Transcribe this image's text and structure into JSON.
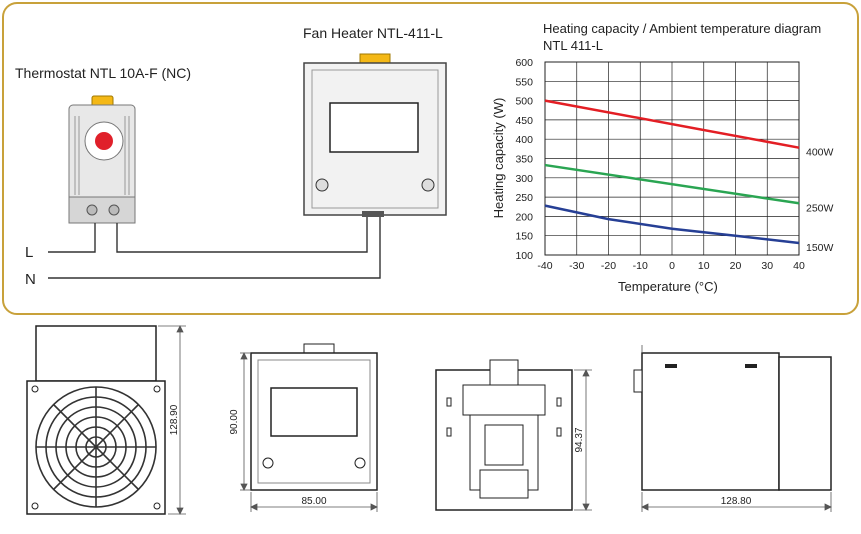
{
  "wiring": {
    "thermostat_label": "Thermostat NTL 10A-F (NC)",
    "heater_label": "Fan Heater NTL-411-L",
    "line_l": "L",
    "line_n": "N"
  },
  "chart_data": {
    "type": "line",
    "title": "Heating capacity / Ambient temperature diagram",
    "subtitle": "NTL 411-L",
    "xlabel": "Temperature (°C)",
    "ylabel": "Heating capacity (W)",
    "x": [
      -40,
      40
    ],
    "xlim": [
      -40,
      40
    ],
    "ylim": [
      100,
      600
    ],
    "xticks": [
      "-40",
      "-30",
      "-20",
      "-10",
      "0",
      "10",
      "20",
      "30",
      "40"
    ],
    "yticks": [
      "100",
      "150",
      "200",
      "250",
      "300",
      "350",
      "400",
      "450",
      "500",
      "550",
      "600"
    ],
    "grid": true,
    "series": [
      {
        "name": "400W",
        "color": "#e31e24",
        "x": [
          -40,
          40
        ],
        "y": [
          500,
          378
        ]
      },
      {
        "name": "250W",
        "color": "#2aa552",
        "x": [
          -40,
          40
        ],
        "y": [
          333,
          234
        ]
      },
      {
        "name": "150W",
        "color": "#263f95",
        "x": [
          -40,
          -20,
          0,
          20,
          40
        ],
        "y": [
          228,
          193,
          168,
          150,
          131
        ]
      }
    ]
  },
  "dimensions": {
    "side_height": "128.90",
    "front_height": "90.00",
    "front_width": "85.00",
    "back_height": "94.37",
    "top_width": "128.80"
  },
  "colors": {
    "frame": "#c8a13a",
    "clip": "#f4b816",
    "dial": "#e0202a"
  }
}
